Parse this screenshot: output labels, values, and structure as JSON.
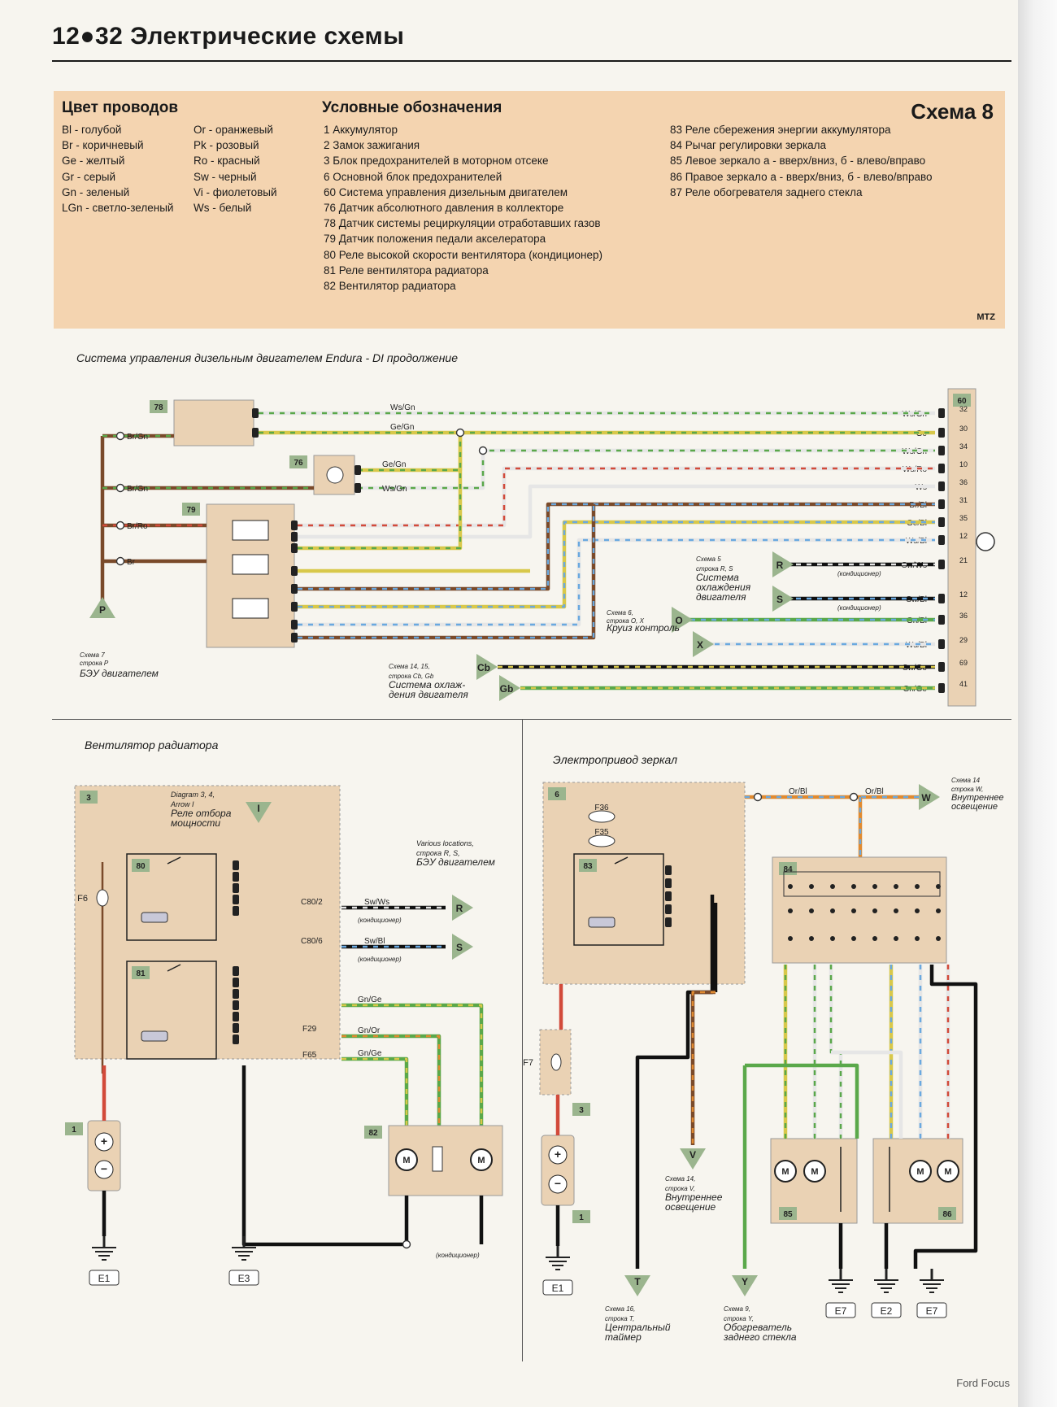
{
  "header": {
    "page": "12",
    "bullet": "●",
    "number": "32",
    "title": "Электрические схемы"
  },
  "legend": {
    "wire_colors_title": "Цвет проводов",
    "wire_colors_left": [
      "Bl - голубой",
      "Br - коричневый",
      "Ge - желтый",
      "Gr - серый",
      "Gn - зеленый",
      "LGn - светло-зеленый"
    ],
    "wire_colors_right": [
      "Or - оранжевый",
      "Pk - розовый",
      "Ro - красный",
      "Sw - черный",
      "Vi - фиолетовый",
      "Ws - белый"
    ],
    "symbols_title": "Условные обозначения",
    "symbols_mid": [
      "1 Аккумулятор",
      "2 Замок зажигания",
      "3 Блок предохранителей в моторном отсеке",
      "6 Основной блок предохранителей",
      "60 Система управления дизельным двигателем",
      "76 Датчик абсолютного давления в коллекторе",
      "78 Датчик системы рециркуляции отработавших газов",
      "79 Датчик положения педали акселератора",
      "80 Реле высокой скорости вентилятора (кондиционер)",
      "81 Реле вентилятора радиатора",
      "82 Вентилятор радиатора"
    ],
    "symbols_right": [
      "83 Реле сбережения энергии аккумулятора",
      "84 Рычаг регулировки зеркала",
      "85 Левое зеркало а - вверх/вниз, б - влево/вправо",
      "86 Правое зеркало а - вверх/вниз, б - влево/вправо",
      "87 Реле обогревателя заднего стекла"
    ],
    "scheme_label": "Схема 8",
    "logo": "MTZ"
  },
  "section1": {
    "title": "Система управления дизельным двигателем Endura - DI продолжение",
    "components": [
      "78",
      "76",
      "79",
      "60"
    ],
    "left_wires": [
      "Br/Gn",
      "Br/Gn",
      "Br/Ro",
      "Br"
    ],
    "top_labels": [
      "Ws/Gn",
      "Ge/Gn",
      "Ge/Gn",
      "Ws/Gn"
    ],
    "ecu_wires": [
      "Ws/Gn",
      "Ge",
      "Ws/Gn",
      "Ws/Ro",
      "Ws",
      "Br/Bl",
      "Ge/Bl",
      "Ws/Bl",
      "Sw/Ws",
      "Sw/Bl",
      "Gn/Bl",
      "Ws/Bl",
      "Sw/Ge",
      "Gn/Ge"
    ],
    "ecu_pins": [
      "32",
      "30",
      "34",
      "10",
      "36",
      "31",
      "35",
      "12",
      "21",
      "12",
      "36",
      "29",
      "69",
      "41"
    ],
    "connectors": [
      "R",
      "S",
      "O",
      "X",
      "Cb",
      "Gb",
      "P"
    ],
    "note_rs": [
      "Схема 5",
      "строка R, S",
      "Система",
      "охлаждения",
      "двигателя"
    ],
    "note_ox": [
      "Схема 6,",
      "строка O, X",
      "Круиз контроль"
    ],
    "note_cbgb": [
      "Схема 14, 15,",
      "строка Cb, Gb",
      "Система охлаж-",
      "дения двигателя"
    ],
    "note_p": [
      "Схема 7",
      "строка P",
      "БЭУ двигателем"
    ],
    "cond": "(кондиционер)"
  },
  "section2": {
    "title": "Вентилятор радиатора",
    "components": [
      "3",
      "80",
      "81",
      "82",
      "1"
    ],
    "fuses": [
      "F6",
      "F29",
      "F65"
    ],
    "relay_note": [
      "Diagram 3, 4,",
      "Arrow I",
      "Реле отбора",
      "мощности"
    ],
    "connectors": [
      "C80/2",
      "C80/6"
    ],
    "wires": [
      "Sw/Ws",
      "Sw/Bl",
      "Gn/Ge",
      "Gn/Or",
      "Gn/Ge"
    ],
    "far_note": [
      "Various locations,",
      "строка R, S,",
      "БЭУ двигателем"
    ],
    "grounds": [
      "E1",
      "E3"
    ],
    "cond": "(кондиционер)"
  },
  "section3": {
    "title": "Электропривод зеркал",
    "components": [
      "6",
      "83",
      "84",
      "85",
      "86",
      "3",
      "1"
    ],
    "fuses": [
      "F36",
      "F35",
      "F7"
    ],
    "wires": [
      "Or/Bl",
      "Or/Bl"
    ],
    "connectors": [
      "W",
      "V",
      "T",
      "Y"
    ],
    "note_w": [
      "Схема 14",
      "строка W,",
      "Внутреннее",
      "освещение"
    ],
    "note_v": [
      "Схема 14,",
      "строка V,",
      "Внутреннее",
      "освещение"
    ],
    "note_t": [
      "Схема 16,",
      "строка T,",
      "Центральный",
      "таймер"
    ],
    "note_y": [
      "Схема 9,",
      "строка Y,",
      "Обогреватель",
      "заднего стекла"
    ],
    "grounds": [
      "E1",
      "E7",
      "E2",
      "E7"
    ]
  },
  "footer": "Ford Focus",
  "colors": {
    "legend_bg": "#f4d4b0",
    "box_bg": "#ead2b4"
  }
}
